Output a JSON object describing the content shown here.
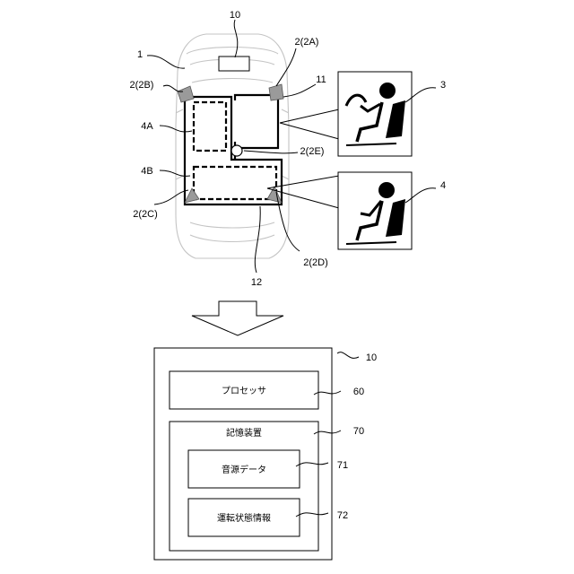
{
  "vehicle_figure": {
    "labels": {
      "vehicle": "1",
      "audio_device": "10",
      "speaker_2a": "2(2A)",
      "speaker_2b": "2(2B)",
      "speaker_2c": "2(2C)",
      "speaker_2d": "2(2D)",
      "speaker_2e": "2(2E)",
      "region_4a": "4A",
      "region_4b": "4B",
      "front_zone": "11",
      "rear_zone": "12",
      "driver": "3",
      "passenger": "4"
    }
  },
  "block_diagram": {
    "device_label": "10",
    "processor": {
      "text": "プロセッサ",
      "ref": "60"
    },
    "storage": {
      "text": "記憶装置",
      "ref": "70"
    },
    "sound_data": {
      "text": "音源データ",
      "ref": "71"
    },
    "driving_state": {
      "text": "運転状態情報",
      "ref": "72"
    }
  }
}
